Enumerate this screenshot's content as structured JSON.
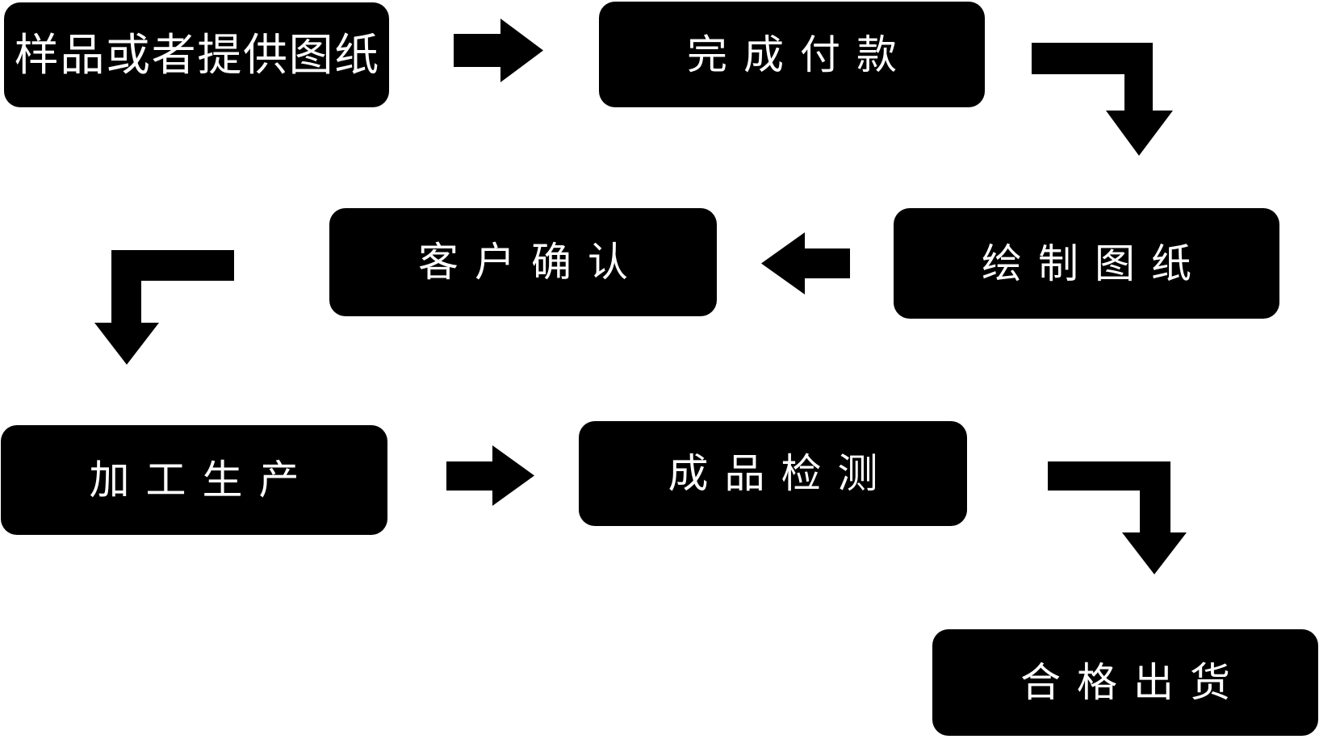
{
  "colors": {
    "background": "#ffffff",
    "node_fill": "#000000",
    "node_text": "#ffffff",
    "arrow": "#000000"
  },
  "nodes": [
    {
      "id": "sample-or-provide-drawings",
      "label": "样品或者提供图纸"
    },
    {
      "id": "complete-payment",
      "label": "完成付款"
    },
    {
      "id": "draw-drawings",
      "label": "绘制图纸"
    },
    {
      "id": "customer-confirmation",
      "label": "客户确认"
    },
    {
      "id": "processing-production",
      "label": "加工生产"
    },
    {
      "id": "finished-product-inspection",
      "label": "成品检测"
    },
    {
      "id": "qualified-shipment",
      "label": "合格出货"
    }
  ],
  "edges": [
    {
      "from": "sample-or-provide-drawings",
      "to": "complete-payment",
      "shape": "right-arrow"
    },
    {
      "from": "complete-payment",
      "to": "draw-drawings",
      "shape": "elbow-right-down"
    },
    {
      "from": "draw-drawings",
      "to": "customer-confirmation",
      "shape": "left-arrow"
    },
    {
      "from": "customer-confirmation",
      "to": "processing-production",
      "shape": "elbow-left-down"
    },
    {
      "from": "processing-production",
      "to": "finished-product-inspection",
      "shape": "right-arrow"
    },
    {
      "from": "finished-product-inspection",
      "to": "qualified-shipment",
      "shape": "elbow-right-down"
    }
  ]
}
